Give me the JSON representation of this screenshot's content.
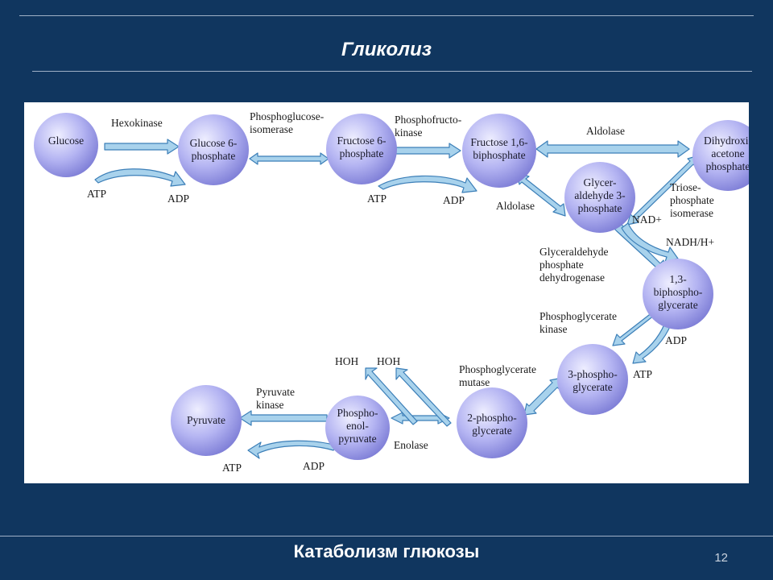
{
  "slide": {
    "title": "Гликолиз",
    "footer": "Катаболизм глюкозы",
    "page_number": "12"
  },
  "colors": {
    "background": "#10365f",
    "node_fill": "#b4b4f2",
    "arrow_fill": "#a8d2ec",
    "arrow_stroke": "#3c7fb8",
    "text": "#1a1a1a"
  },
  "diagram": {
    "nodes": {
      "glucose": [
        "Glucose"
      ],
      "g6p": [
        "Glucose 6-",
        "phosphate"
      ],
      "f6p": [
        "Fructose 6-",
        "phosphate"
      ],
      "f16bp": [
        "Fructose 1,6-",
        "biphosphate"
      ],
      "dhap": [
        "Dihydroxi-",
        "acetone",
        "phosphate"
      ],
      "g3p": [
        "Glycer-",
        "aldehyde 3-",
        "phosphate"
      ],
      "bpg13": [
        "1,3-",
        "biphospho-",
        "glycerate"
      ],
      "pg3": [
        "3-phospho-",
        "glycerate"
      ],
      "pg2": [
        "2-phospho-",
        "glycerate"
      ],
      "pep": [
        "Phospho-",
        "enol-",
        "pyruvate"
      ],
      "pyruvate": [
        "Pyruvate"
      ]
    },
    "labels": {
      "hexokinase": "Hexokinase",
      "atp1": "ATP",
      "adp1": "ADP",
      "phosphoglucose": [
        "Phosphoglucose-",
        "isomerase"
      ],
      "phosphofructo": [
        "Phosphofructo-",
        "kinase"
      ],
      "atp2": "ATP",
      "adp2": "ADP",
      "aldolase_top": "Aldolase",
      "aldolase_bottom": "Aldolase",
      "triose": [
        "Triose-",
        "phosphate",
        "isomerase"
      ],
      "nad": "NAD+",
      "nadh": "NADH/H+",
      "g3pdh": [
        "Glyceraldehyde",
        "phosphate",
        "dehydrogenase"
      ],
      "pgk": [
        "Phosphoglycerate",
        "kinase"
      ],
      "adp3": "ADP",
      "atp3": "ATP",
      "pgm": [
        "Phosphoglycerate",
        "mutase"
      ],
      "hoh1": "HOH",
      "hoh2": "HOH",
      "enolase": "Enolase",
      "pyruvate_kinase": [
        "Pyruvate",
        "kinase"
      ],
      "atp4": "ATP",
      "adp4": "ADP"
    }
  }
}
